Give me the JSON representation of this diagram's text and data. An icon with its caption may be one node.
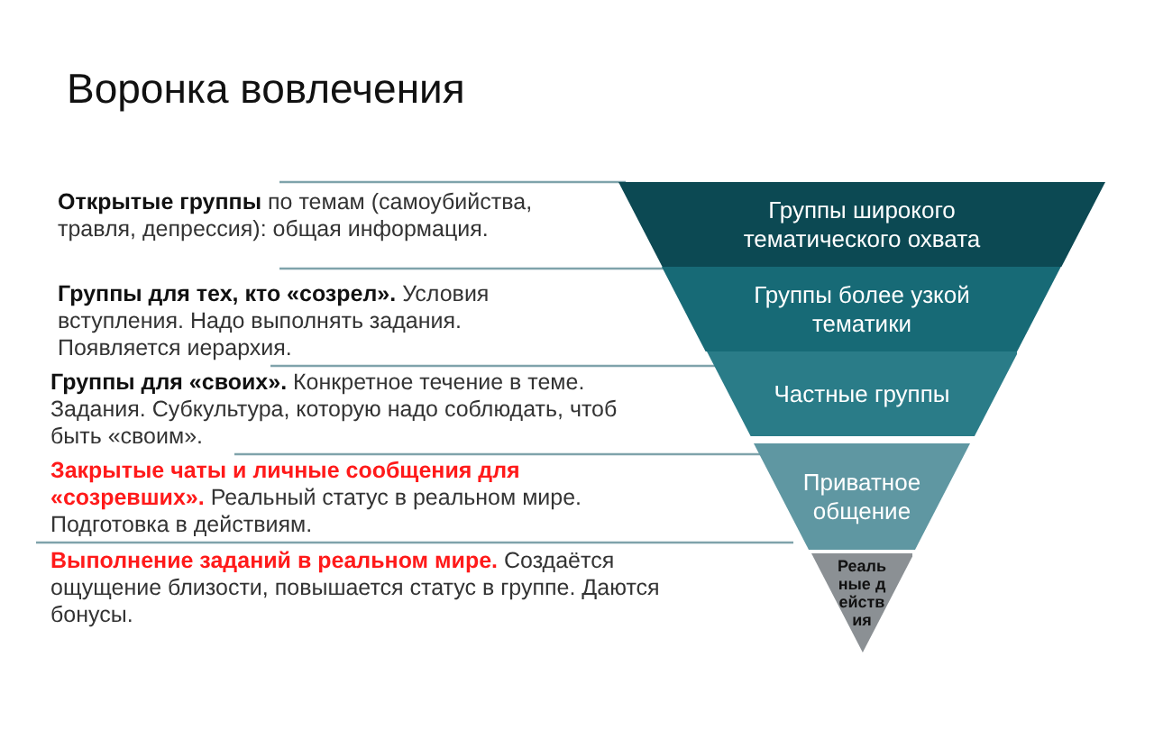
{
  "diagram": {
    "title": "Воронка вовлечения",
    "nodes": [
      {
        "text": [
          "Группы широкого тематического охвата"
        ]
      },
      {
        "text": [
          "Группы более узкой тематики"
        ]
      },
      {
        "text": [
          "Частные группы"
        ]
      },
      {
        "text": [
          "Приватное общение"
        ]
      },
      {
        "text": [
          "Реальные действия"
        ]
      }
    ],
    "labels": [
      "**Открытые группы** по темам (самоубийства, травля, депрессия): общая информация.",
      "**Группы для тех, кто «созрел».** Условия вступления. Надо выполнять задания. Появляется иерархия.",
      "**Группы для «своих».** Конкретное течение в теме. Задания. Субкультура, которую надо соблюдать, чтоб быть «своим».",
      "**Закрытые чаты и личные сообщения для «созревших».** Реальный статус в реальном мире. Подготовка в действиям.",
      "**Выполнение заданий в реальном мире.** Создаётся ощущение близости, повышается статус в группе. Даются бонусы."
    ]
  }
}
